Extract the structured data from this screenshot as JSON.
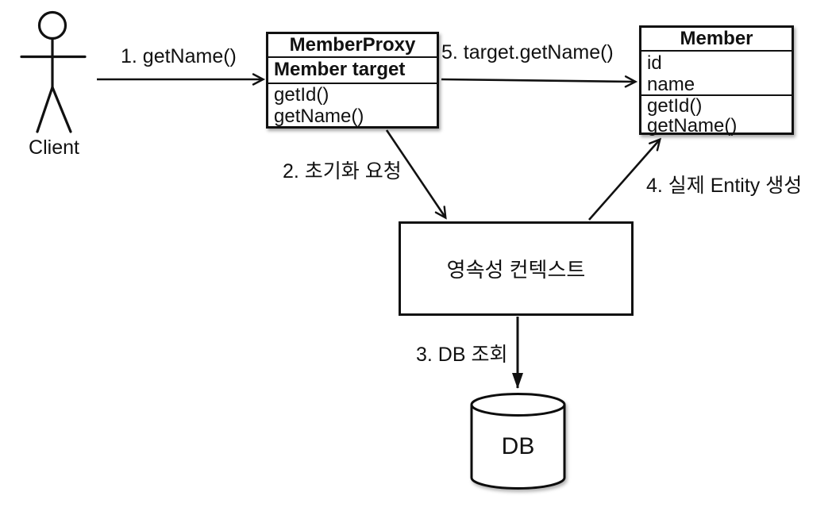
{
  "actor": {
    "label": "Client"
  },
  "classes": {
    "proxy": {
      "title": "MemberProxy",
      "fields": [
        "Member target"
      ],
      "methods": [
        "getId()",
        "getName()"
      ]
    },
    "member": {
      "title": "Member",
      "fields": [
        "id",
        "name"
      ],
      "methods": [
        "getId()",
        "getName()"
      ]
    }
  },
  "persistence": {
    "label": "영속성 컨텍스트"
  },
  "database": {
    "label": "DB"
  },
  "messages": {
    "m1": {
      "label": "1. getName()"
    },
    "m2": {
      "label": "2. 초기화 요청"
    },
    "m3": {
      "label": "3. DB 조회"
    },
    "m4": {
      "label": "4. 실제 Entity 생성"
    },
    "m5": {
      "label": "5. target.getName()"
    }
  },
  "icons": {
    "actor": "stick-figure-icon",
    "database": "database-cylinder-icon"
  },
  "colors": {
    "line": "#111111",
    "background": "#ffffff"
  }
}
